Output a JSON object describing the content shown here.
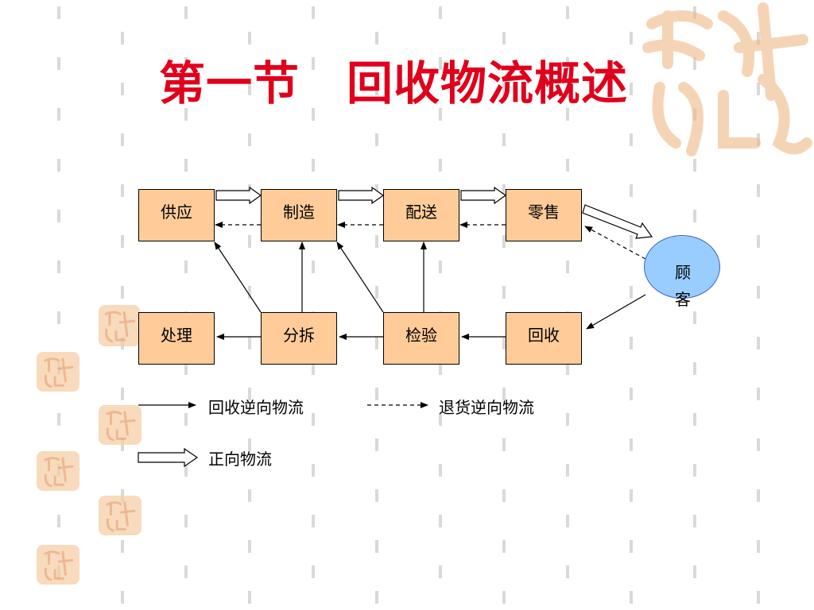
{
  "title": "第一节　回收物流概述",
  "nodes": {
    "supply": "供应",
    "manufacture": "制造",
    "distribution": "配送",
    "retail": "零售",
    "disposal": "处理",
    "disassembly": "分拆",
    "inspection": "检验",
    "recycling": "回收"
  },
  "customer": {
    "line1": "顾",
    "line2": "客"
  },
  "legend": {
    "reverse_recycling": "回收逆向物流",
    "return_reverse": "退货逆向物流",
    "forward": "正向物流"
  },
  "colors": {
    "title": "#e0001b",
    "box_fill": "#ffcc99",
    "customer_fill": "#99ccff",
    "decoration": "#f5cfa6"
  }
}
